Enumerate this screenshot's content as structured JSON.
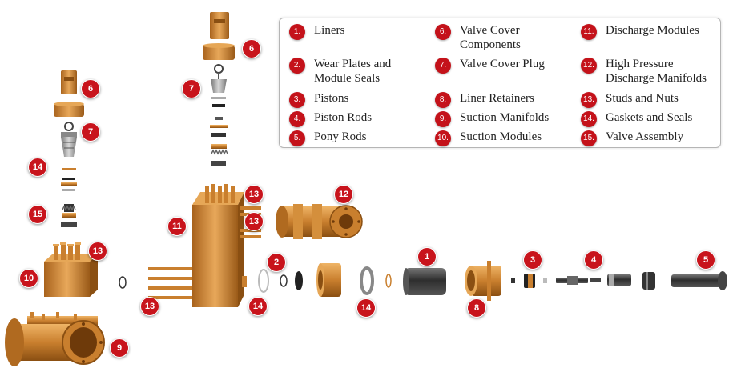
{
  "legend": [
    {
      "num": "1.",
      "label": "Liners"
    },
    {
      "num": "2.",
      "label": "Wear Plates and\nModule Seals"
    },
    {
      "num": "3.",
      "label": "Pistons"
    },
    {
      "num": "4.",
      "label": "Piston Rods"
    },
    {
      "num": "5.",
      "label": "Pony Rods"
    },
    {
      "num": "6.",
      "label": "Valve Cover\nComponents"
    },
    {
      "num": "7.",
      "label": "Valve Cover Plug"
    },
    {
      "num": "8.",
      "label": "Liner Retainers"
    },
    {
      "num": "9.",
      "label": "Suction Manifolds"
    },
    {
      "num": "10.",
      "label": "Suction Modules"
    },
    {
      "num": "11.",
      "label": "Discharge Modules"
    },
    {
      "num": "12.",
      "label": "High Pressure\nDischarge Manifolds"
    },
    {
      "num": "13.",
      "label": "Studs and Nuts"
    },
    {
      "num": "14.",
      "label": "Gaskets and Seals"
    },
    {
      "num": "15.",
      "label": "Valve Assembly"
    }
  ],
  "callouts": [
    "6",
    "7",
    "14",
    "15",
    "13",
    "10",
    "9",
    "6",
    "7",
    "13",
    "13",
    "11",
    "12",
    "13",
    "14",
    "2",
    "14",
    "1",
    "8",
    "3",
    "4",
    "5"
  ],
  "colors": {
    "bronze": "#c97f2e",
    "bronze_dark": "#8a4f12",
    "bronze_light": "#e6a757",
    "steel": "#3a3a3a",
    "badge": "#c8141c"
  }
}
